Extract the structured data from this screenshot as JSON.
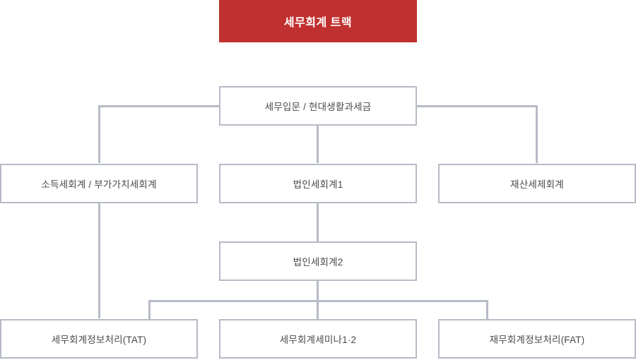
{
  "diagram": {
    "title": "세무회계 트랙",
    "accent_color": "#c13030",
    "line_color": "#b7bbc6",
    "box_border_color": "#b7bbc6",
    "text_color": "#4a4a4a",
    "title_text_color": "#ffffff",
    "background_color": "#ffffff",
    "nodes": [
      {
        "id": "track-title",
        "label": "세무회계 트랙",
        "level": 0
      },
      {
        "id": "intro",
        "label": "세무입문 / 현대생활과세금",
        "level": 1
      },
      {
        "id": "income-vat",
        "label": "소득세회계 / 부가가치세회계",
        "level": 2
      },
      {
        "id": "corp1",
        "label": "법인세회계1",
        "level": 2
      },
      {
        "id": "property",
        "label": "재산세제회계",
        "level": 2
      },
      {
        "id": "corp2",
        "label": "법인세회계2",
        "level": 3
      },
      {
        "id": "tat",
        "label": "세무회계정보처리(TAT)",
        "level": 4
      },
      {
        "id": "seminar",
        "label": "세무회계세미나1·2",
        "level": 4
      },
      {
        "id": "fat",
        "label": "재무회계정보처리(FAT)",
        "level": 4
      }
    ]
  }
}
